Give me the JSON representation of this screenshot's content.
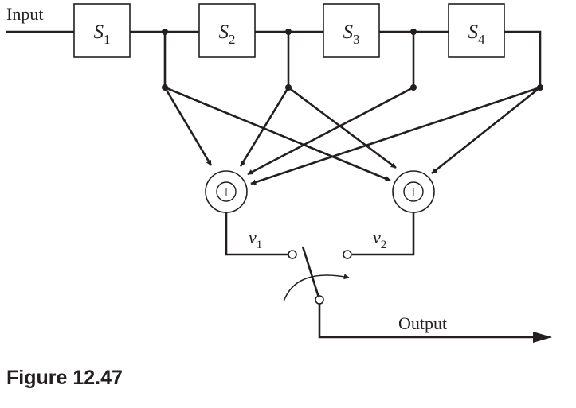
{
  "input_label": "Input",
  "output_label": "Output",
  "stages": [
    {
      "symbol": "S",
      "subscript": "1"
    },
    {
      "symbol": "S",
      "subscript": "2"
    },
    {
      "symbol": "S",
      "subscript": "3"
    },
    {
      "symbol": "S",
      "subscript": "4"
    }
  ],
  "adders": [
    {
      "symbol": "+",
      "output": {
        "symbol": "v",
        "subscript": "1"
      }
    },
    {
      "symbol": "+",
      "output": {
        "symbol": "v",
        "subscript": "2"
      }
    }
  ],
  "caption": "Figure 12.47",
  "colors": {
    "ink": "#231f20"
  }
}
